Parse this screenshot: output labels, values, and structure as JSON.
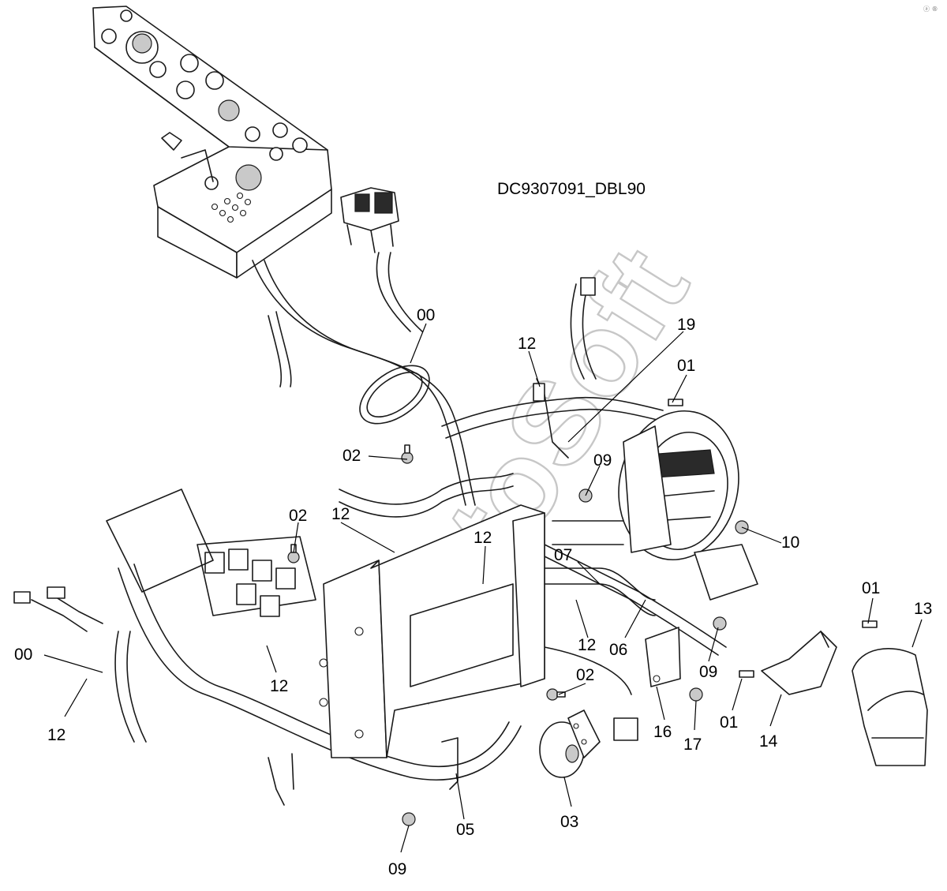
{
  "drawing_code": "DC9307091_DBL90",
  "watermark": "AutoSoft",
  "corner_tag": "ⓐ ®",
  "callouts": [
    {
      "label": "00"
    },
    {
      "label": "00"
    },
    {
      "label": "01"
    },
    {
      "label": "01"
    },
    {
      "label": "01"
    },
    {
      "label": "02"
    },
    {
      "label": "02"
    },
    {
      "label": "02"
    },
    {
      "label": "03"
    },
    {
      "label": "05"
    },
    {
      "label": "06"
    },
    {
      "label": "07"
    },
    {
      "label": "09"
    },
    {
      "label": "09"
    },
    {
      "label": "09"
    },
    {
      "label": "10"
    },
    {
      "label": "12"
    },
    {
      "label": "12"
    },
    {
      "label": "12"
    },
    {
      "label": "12"
    },
    {
      "label": "12"
    },
    {
      "label": "12"
    },
    {
      "label": "13"
    },
    {
      "label": "14"
    },
    {
      "label": "16"
    },
    {
      "label": "17"
    },
    {
      "label": "19"
    }
  ]
}
